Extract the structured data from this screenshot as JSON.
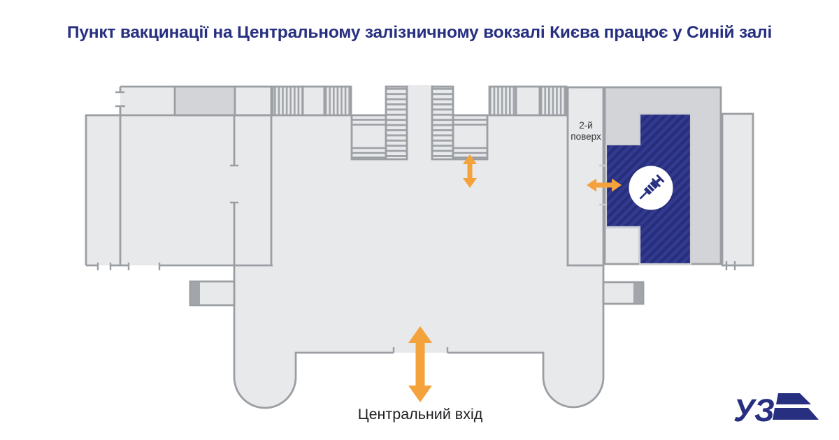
{
  "title": "Пункт вакцинації на Центральному залізничному вокзалі Києва працює у Синій залі",
  "plan": {
    "floor_label": {
      "line1": "2-й",
      "line2": "поверх"
    },
    "entrance_label": "Центральний вхід",
    "icons": {
      "vaccination_point": "syringe-icon",
      "entrance_direction": "up-down-arrow-icon",
      "stairs_direction": "up-down-arrow-icon",
      "hall_direction": "left-right-arrow-icon"
    }
  },
  "logo": {
    "text": "УЗ"
  },
  "colors": {
    "navy": "#272f80",
    "orange": "#f4a23c",
    "floor": "#e8e9eb",
    "room-dark": "#d2d4d7",
    "wall": "#9b9ea3",
    "hatch-dark": "#272e7d",
    "hatch-light": "#333b8f",
    "text-dark": "#333336",
    "white": "#ffffff"
  }
}
